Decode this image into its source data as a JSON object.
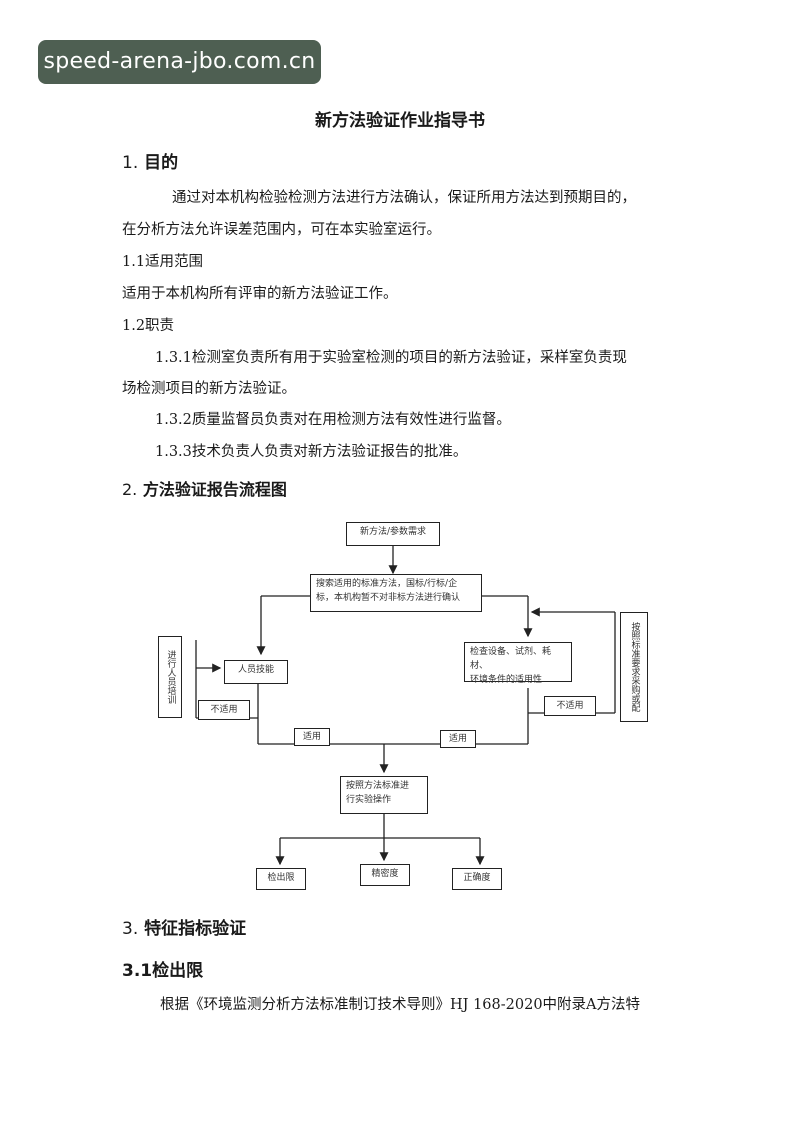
{
  "watermark": "speed-arena-jbo.com.cn",
  "doc_title": "新方法验证作业指导书",
  "s1": {
    "num": "1.",
    "title": "目的",
    "para_line1": "通过对本机构检验检测方法进行方法确认，保证所用方法达到预期目的，",
    "para_line2": "在分析方法允许误差范围内，可在本实验室运行。",
    "sub1_title": "1.1适用范围",
    "sub1_text": "适用于本机构所有评审的新方法验证工作。",
    "sub2_title": "1.2职责",
    "duty1_line1": "1.3.1检测室负责所有用于实验室检测的项目的新方法验证，采样室负责现",
    "duty1_line2": "场检测项目的新方法验证。",
    "duty2": "1.3.2质量监督员负责对在用检测方法有效性进行监督。",
    "duty3": "1.3.3技术负责人负责对新方法验证报告的批准。"
  },
  "s2": {
    "num": "2.",
    "title": "方法验证报告流程图"
  },
  "flow": {
    "start": "新方法/参数需求",
    "search_line1": "搜索适用的标准方法，国标/行标/企",
    "search_line2": "标，本机构暂不对非标方法进行确认",
    "personnel_skill": "人员技能",
    "equipment_line1": "检查设备、试剂、耗材、",
    "equipment_line2": "环境条件的适用性",
    "training": "进行人员培训",
    "purchase": "按照标准要求采购或配",
    "not_applicable_left": "不适用",
    "not_applicable_right": "不适用",
    "applicable_left": "适用",
    "applicable_right": "适用",
    "operate_line1": "按照方法标准进",
    "operate_line2": "行实验操作",
    "detection_limit": "检出限",
    "precision": "精密度",
    "accuracy": "正确度"
  },
  "s3": {
    "num": "3.",
    "title": "特征指标验证",
    "sub1_title": "3.1检出限",
    "para": "根据《环境监测分析方法标准制订技术导则》HJ 168-2020中附录A方法特"
  }
}
